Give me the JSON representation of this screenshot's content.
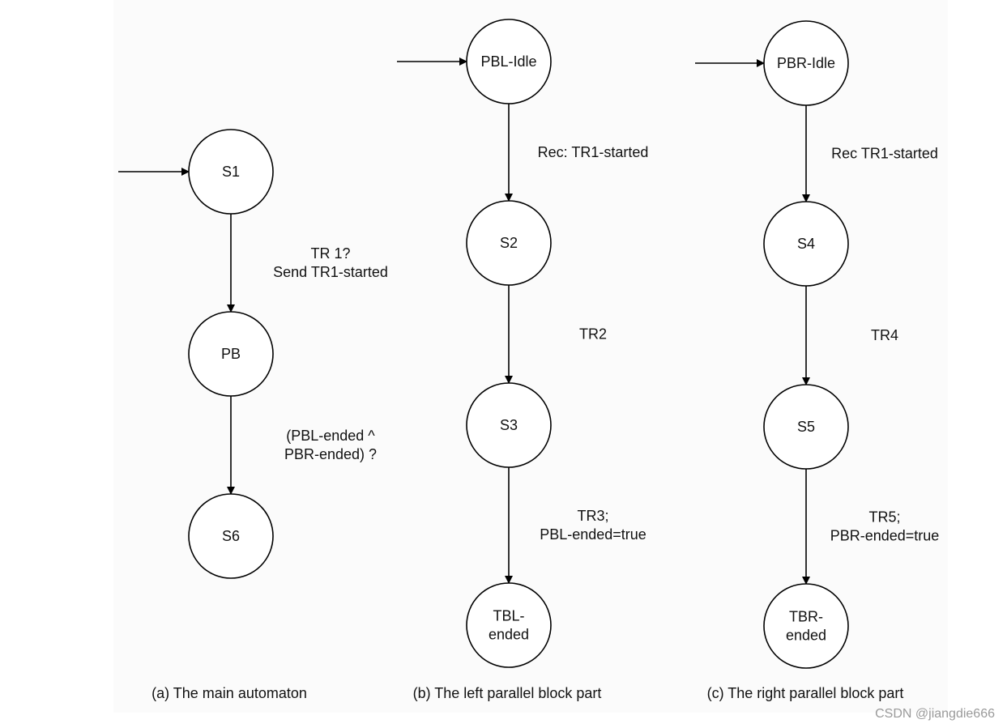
{
  "diagram": {
    "panels": [
      {
        "id": "main",
        "caption": "(a) The main automaton",
        "nodes": [
          {
            "id": "S1",
            "lines": [
              "S1"
            ]
          },
          {
            "id": "PB",
            "lines": [
              "PB"
            ]
          },
          {
            "id": "S6",
            "lines": [
              "S6"
            ]
          }
        ],
        "edges": [
          {
            "from": "S1",
            "to": "PB",
            "label_lines": [
              "TR 1?",
              "Send TR1-started"
            ]
          },
          {
            "from": "PB",
            "to": "S6",
            "label_lines": [
              "(PBL-ended ^",
              "PBR-ended) ?"
            ]
          }
        ]
      },
      {
        "id": "left",
        "caption": "(b) The left parallel block part",
        "nodes": [
          {
            "id": "PBL-Idle",
            "lines": [
              "PBL-Idle"
            ]
          },
          {
            "id": "S2",
            "lines": [
              "S2"
            ]
          },
          {
            "id": "S3",
            "lines": [
              "S3"
            ]
          },
          {
            "id": "TBL-ended",
            "lines": [
              "TBL-",
              "ended"
            ]
          }
        ],
        "edges": [
          {
            "from": "PBL-Idle",
            "to": "S2",
            "label_lines": [
              "Rec: TR1-started"
            ]
          },
          {
            "from": "S2",
            "to": "S3",
            "label_lines": [
              "TR2"
            ]
          },
          {
            "from": "S3",
            "to": "TBL-ended",
            "label_lines": [
              "TR3;",
              "PBL-ended=true"
            ]
          }
        ]
      },
      {
        "id": "right",
        "caption": "(c) The right parallel block part",
        "nodes": [
          {
            "id": "PBR-Idle",
            "lines": [
              "PBR-Idle"
            ]
          },
          {
            "id": "S4",
            "lines": [
              "S4"
            ]
          },
          {
            "id": "S5",
            "lines": [
              "S5"
            ]
          },
          {
            "id": "TBR-ended",
            "lines": [
              "TBR-",
              "ended"
            ]
          }
        ],
        "edges": [
          {
            "from": "PBR-Idle",
            "to": "S4",
            "label_lines": [
              "Rec TR1-started"
            ]
          },
          {
            "from": "S4",
            "to": "S5",
            "label_lines": [
              "TR4"
            ]
          },
          {
            "from": "S5",
            "to": "TBR-ended",
            "label_lines": [
              "TR5;",
              "PBR-ended=true"
            ]
          }
        ]
      }
    ]
  },
  "watermark": "CSDN @jiangdie666"
}
